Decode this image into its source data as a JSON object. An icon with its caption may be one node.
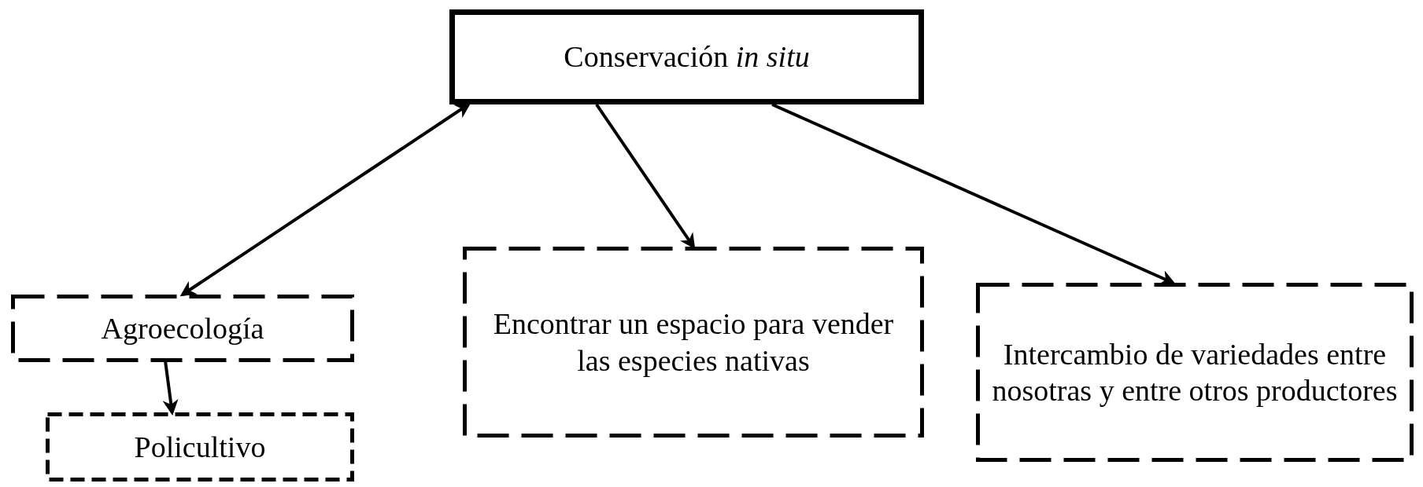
{
  "diagram": {
    "nodes": [
      {
        "text": [
          "Conservación *in situ*"
        ]
      },
      {
        "text": [
          "Agroecología"
        ]
      },
      {
        "text": [
          "Policultivo"
        ]
      },
      {
        "text": [
          "Encontrar un espacio para vender las especies nativas"
        ]
      },
      {
        "text": [
          "Intercambio de variedades entre nosotras y entre otros productores"
        ]
      }
    ],
    "edges": [
      {
        "from": 0,
        "to": 1,
        "arrow": "both"
      },
      {
        "from": 0,
        "to": 3,
        "arrow": "to"
      },
      {
        "from": 0,
        "to": 4,
        "arrow": "to"
      },
      {
        "from": 1,
        "to": 2,
        "arrow": "to"
      }
    ]
  }
}
